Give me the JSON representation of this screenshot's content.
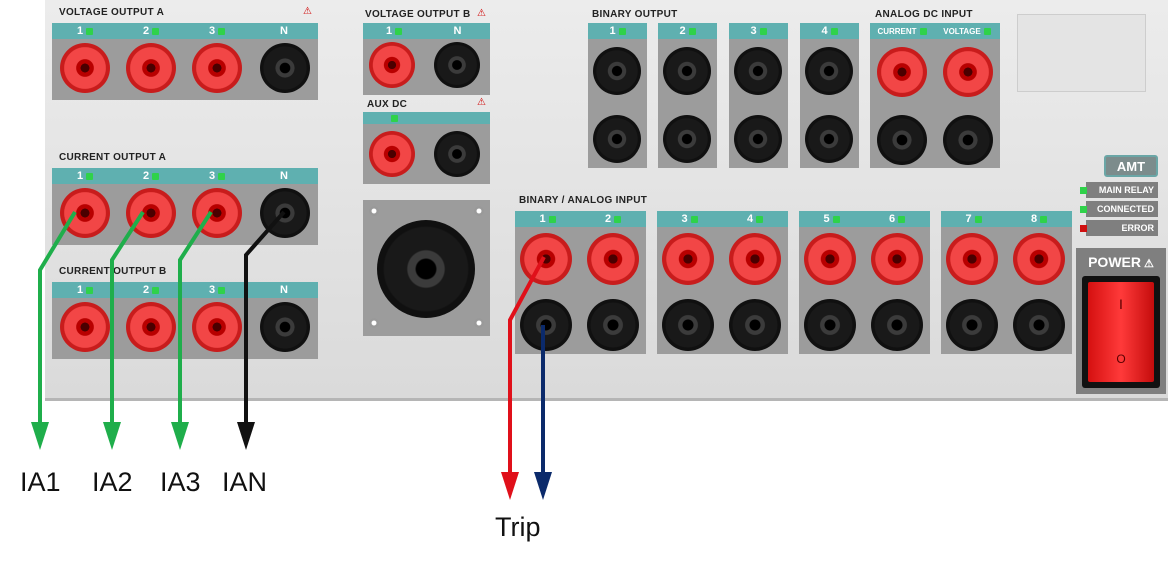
{
  "panel": {
    "voltage_output_a": {
      "title": "VOLTAGE  OUTPUT A",
      "channels": [
        "1",
        "2",
        "3",
        "N"
      ]
    },
    "current_output_a": {
      "title": "CURRENT  OUTPUT A",
      "channels": [
        "1",
        "2",
        "3",
        "N"
      ]
    },
    "current_output_b": {
      "title": "CURRENT  OUTPUT B",
      "channels": [
        "1",
        "2",
        "3",
        "N"
      ]
    },
    "voltage_output_b": {
      "title": "VOLTAGE  OUTPUT B",
      "channels": [
        "1",
        "N"
      ]
    },
    "aux_dc": {
      "title": "AUX  DC"
    },
    "binary_output": {
      "title": "BINARY  OUTPUT",
      "channels": [
        "1",
        "2",
        "3",
        "4"
      ]
    },
    "analog_dc_input": {
      "title": "ANALOG DC INPUT",
      "channels": [
        "CURRENT",
        "VOLTAGE"
      ]
    },
    "binary_analog_input": {
      "title": "BINARY /  ANALOG INPUT",
      "channels": [
        "1",
        "2",
        "3",
        "4",
        "5",
        "6",
        "7",
        "8"
      ]
    },
    "brand": "AMT",
    "status": {
      "main_relay": "MAIN RELAY",
      "connected": "CONNECTED",
      "error": "ERROR"
    },
    "power": {
      "label": "POWER",
      "on": "I",
      "off": "O"
    }
  },
  "labels": {
    "ia1": "IA1",
    "ia2": "IA2",
    "ia3": "IA3",
    "ian": "IAN",
    "trip": "Trip"
  },
  "colors": {
    "green_wire": "#1fae4b",
    "black_wire": "#111111",
    "red_wire": "#e0101a",
    "blue_wire": "#0b2a6b",
    "strip": "#5fb0b0"
  }
}
